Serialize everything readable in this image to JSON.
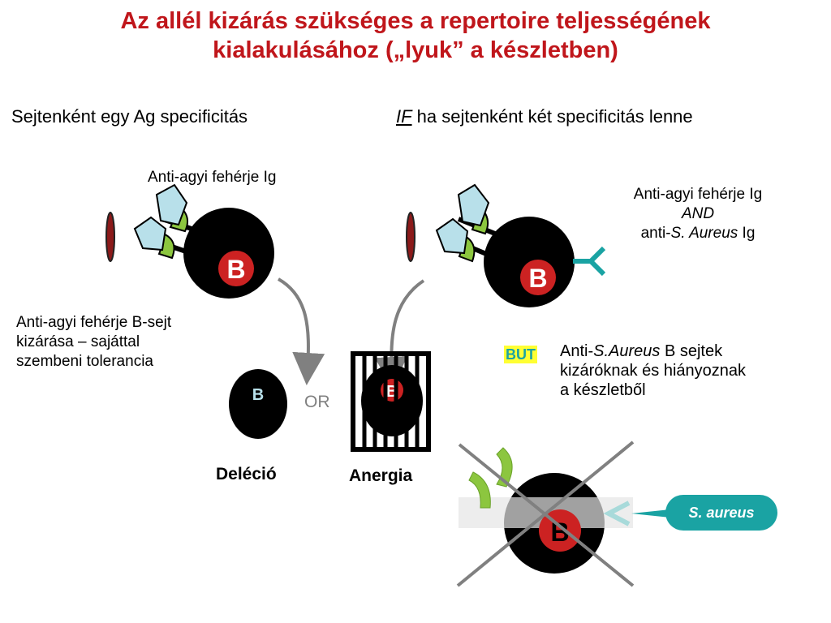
{
  "title": {
    "line1": "Az allél kizárás szükséges a repertoire teljességének",
    "line2": "kialakulásához („lyuk” a készletben)"
  },
  "left_panel": {
    "heading": "Sejtenként egy Ag specificitás",
    "ig_label": "Anti-agyi fehérje Ig",
    "cell_letter": "B",
    "exclusion_text": [
      "Anti-agyi fehérje B-sejt",
      "kizárása – sajáttal",
      "szembeni tolerancia"
    ],
    "deletion_cell_letter": "B",
    "deletion_label": "Deléció",
    "or_label": "OR",
    "anergy_cell_letter": "B",
    "anergy_label": "Anergia"
  },
  "right_panel": {
    "heading_if": "IF",
    "heading_rest": " ha sejtenként két specificitás lenne",
    "ig_label_line1": "Anti-agyi fehérje Ig",
    "ig_label_and": "AND",
    "ig_label_line3_prefix": "anti-",
    "ig_label_line3_italic": "S. Aureus",
    "ig_label_line3_suffix": " Ig",
    "cell_letter": "B",
    "but_label": "BUT",
    "but_text_prefix": "Anti-",
    "but_text_italic": "S.Aureus",
    "but_text_rest1": " B sejtek",
    "but_text_line2": "kizáróknak és hiányoznak",
    "but_text_line3": "a készletből",
    "crossed_cell_letter": "B",
    "pathogen_label": "S. aureus"
  },
  "colors": {
    "title_red": "#c0161b",
    "b_badge_red": "#cc2222",
    "antigen_light_blue": "#b8e0ea",
    "antibody_green": "#8cc63f",
    "teal": "#1aa3a3",
    "arrow_gray": "#808080",
    "cross_gray": "#808080",
    "highlight_yellow": "#ffff33"
  }
}
